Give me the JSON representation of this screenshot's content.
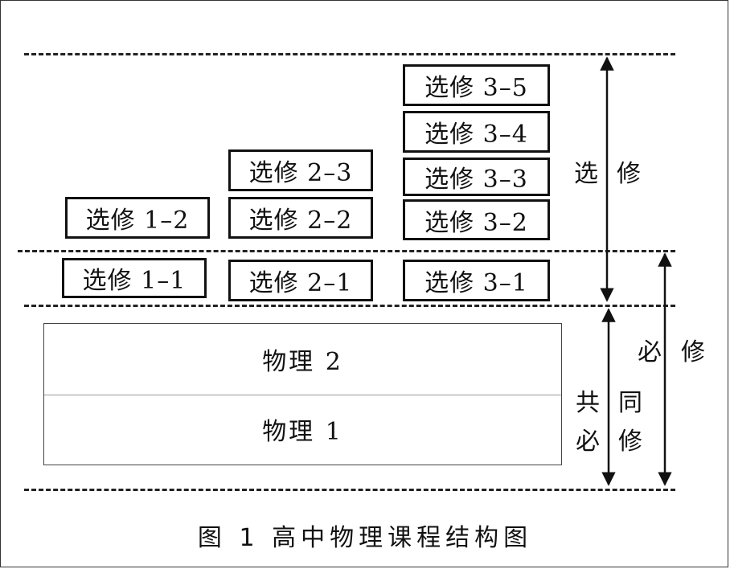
{
  "boxes": {
    "m1_2": "选修 1–2",
    "m1_1": "选修 1–1",
    "m2_3": "选修 2–3",
    "m2_2": "选修 2–2",
    "m2_1": "选修 2–1",
    "m3_5": "选修 3–5",
    "m3_4": "选修 3–4",
    "m3_3": "选修 3–3",
    "m3_2": "选修 3–2",
    "m3_1": "选修 3–1"
  },
  "required": {
    "physics2": "物理 2",
    "physics1": "物理 1"
  },
  "side_labels": {
    "xuan": "选",
    "xiu": "修",
    "gong": "共",
    "tong": "同",
    "bi_common": "必",
    "xiu_common": "修",
    "bi_req": "必",
    "xiu_req": "修"
  },
  "caption": "图 1  高中物理课程结构图"
}
